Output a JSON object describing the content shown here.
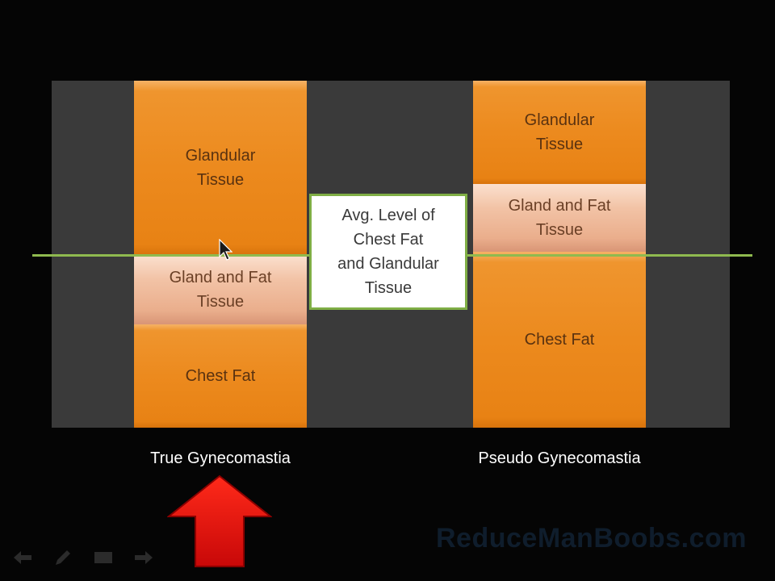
{
  "diagram": {
    "true_column": {
      "caption": "True Gynecomastia",
      "segments": {
        "glandular": "Glandular\nTissue",
        "gland_fat": "Gland and Fat\nTissue",
        "chest_fat": "Chest Fat"
      }
    },
    "pseudo_column": {
      "caption": "Pseudo Gynecomastia",
      "segments": {
        "glandular": "Glandular\nTissue",
        "gland_fat": "Gland and Fat\nTissue",
        "chest_fat": "Chest Fat"
      }
    },
    "avg_level_label": "Avg. Level  of\nChest Fat\nand Glandular\nTissue"
  },
  "watermark": "ReduceManBoobs.com",
  "colors": {
    "orange": "#ec8a1e",
    "peach": "#f2c3a6",
    "avg_line": "#8fba4f",
    "arrow": "#e01010",
    "panel": "#3a3a3a"
  },
  "icons": {
    "pointer": "arrow-up-icon",
    "cursor": "mouse-cursor-icon",
    "toolbar": [
      "back-arrow-icon",
      "pen-icon",
      "slides-icon",
      "forward-arrow-icon"
    ]
  }
}
